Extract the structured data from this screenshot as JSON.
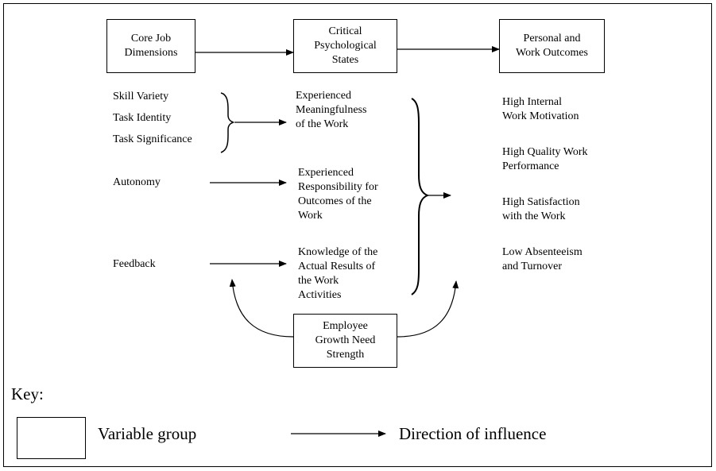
{
  "header_boxes": {
    "core": "Core Job\nDimensions",
    "critical": "Critical\nPsychological\nStates",
    "outcomes": "Personal and\nWork Outcomes"
  },
  "dimensions": {
    "skill_variety": "Skill Variety",
    "task_identity": "Task Identity",
    "task_significance": "Task Significance",
    "autonomy": "Autonomy",
    "feedback": "Feedback"
  },
  "states": {
    "meaningfulness": "Experienced\nMeaningfulness\nof the Work",
    "responsibility": "Experienced\nResponsibility for\nOutcomes of the\nWork",
    "knowledge": "Knowledge of the\nActual Results of\nthe Work\nActivities"
  },
  "outcomes": {
    "motivation": "High Internal\nWork Motivation",
    "performance": "High Quality Work\nPerformance",
    "satisfaction": "High Satisfaction\nwith the Work",
    "absenteeism": "Low Absenteeism\nand Turnover"
  },
  "moderator": "Employee\nGrowth Need\nStrength",
  "key": {
    "title": "Key:",
    "variable_group": "Variable group",
    "direction": "Direction of influence"
  }
}
